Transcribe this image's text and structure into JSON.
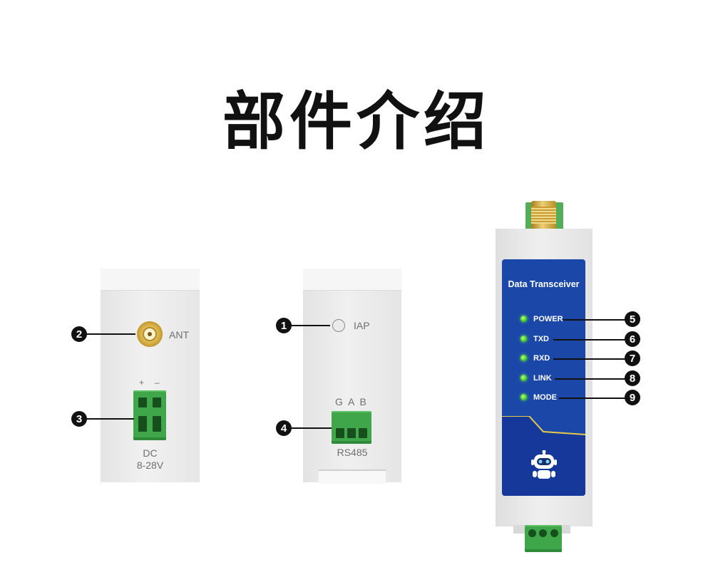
{
  "title": "部件介绍",
  "left_module": {
    "antenna_label": "ANT",
    "polarity_plus": "+",
    "polarity_minus": "–",
    "power_label": "DC",
    "voltage_label": "8-28V"
  },
  "middle_module": {
    "iap_label": "IAP",
    "terminal_pins": "G A B",
    "interface_label": "RS485"
  },
  "right_module": {
    "panel_title": "Data Transceiver",
    "indicators": [
      "POWER",
      "TXD",
      "RXD",
      "LINK",
      "MODE"
    ]
  },
  "callouts": [
    "1",
    "2",
    "3",
    "4",
    "5",
    "6",
    "7",
    "8",
    "9"
  ],
  "colors": {
    "panel_blue": "#1a47a8",
    "terminal_green": "#3fa64a",
    "led_green": "#4bd12b",
    "accent_gold": "#d8b148"
  }
}
